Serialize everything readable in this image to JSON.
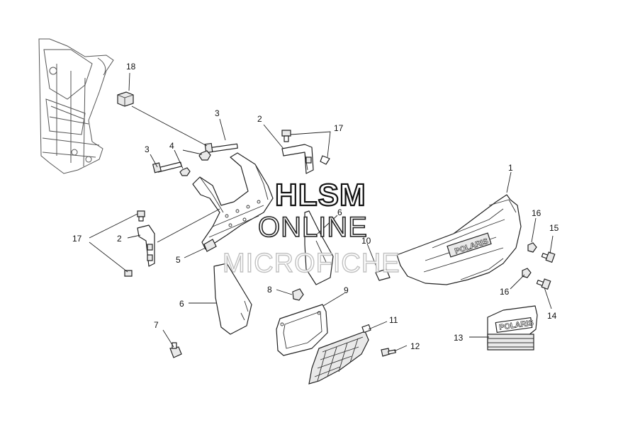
{
  "watermark": {
    "line1": "HLSM",
    "line2": "ONLINE",
    "line3": "MICROFICHE"
  },
  "logos": {
    "bumper": "POLARIS",
    "grille_panel": "POLARIS"
  },
  "callouts": {
    "c18": "18",
    "c3a": "3",
    "c3b": "3",
    "c4": "4",
    "c2a": "2",
    "c17a": "17",
    "c1": "1",
    "c17b": "17",
    "c2b": "2",
    "c5": "5",
    "c6a": "6",
    "c10": "10",
    "c16a": "16",
    "c15": "15",
    "c8": "8",
    "c9": "9",
    "c6b": "6",
    "c16b": "16",
    "c14": "14",
    "c11": "11",
    "c7": "7",
    "c12": "12",
    "c13": "13"
  }
}
